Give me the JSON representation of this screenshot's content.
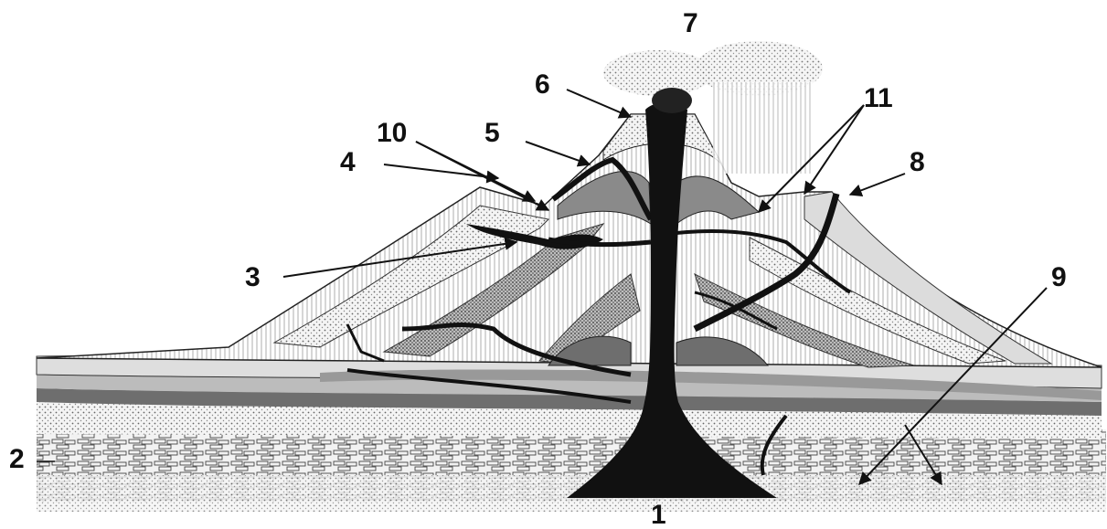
{
  "diagram": {
    "labels": [
      "1",
      "2",
      "3",
      "4",
      "5",
      "6",
      "7",
      "8",
      "9",
      "10",
      "11"
    ]
  },
  "colors": {
    "magma": "#111111",
    "light_layer": "#e9e9e9",
    "mid_layer": "#cfcfcf",
    "dark_layer": "#8a8a8a",
    "line": "#222222"
  }
}
